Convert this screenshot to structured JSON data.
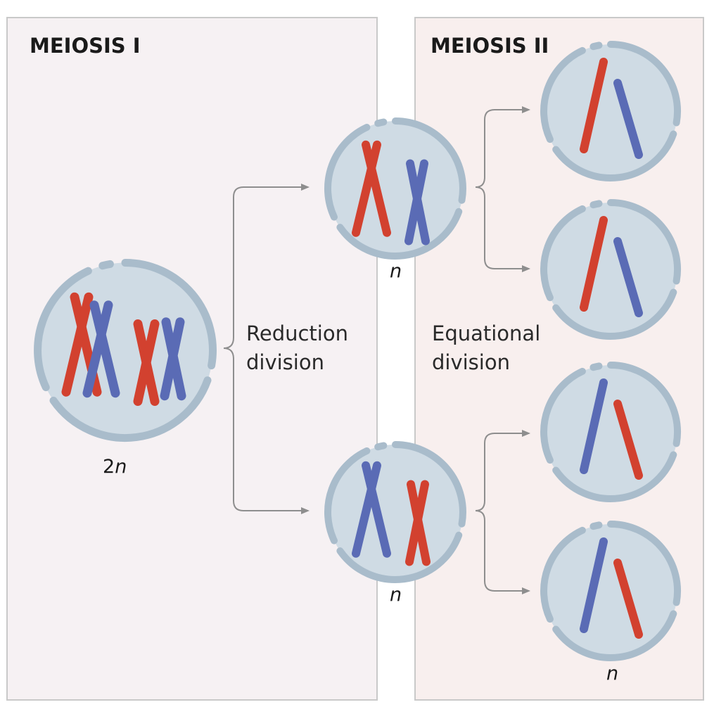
{
  "panels": {
    "meiosis_1": {
      "title": "MEIOSIS I"
    },
    "meiosis_2": {
      "title": "MEIOSIS II"
    }
  },
  "labels": {
    "reduction": {
      "line1": "Reduction",
      "line2": "division"
    },
    "equational": {
      "line1": "Equational",
      "line2": "division"
    }
  },
  "ploidy": {
    "parent": {
      "number": "2",
      "symbol": "n"
    },
    "daughter_top": {
      "symbol": "n"
    },
    "daughter_bottom": {
      "symbol": "n"
    },
    "granddaughter_bottom": {
      "symbol": "n"
    }
  },
  "colors": {
    "panel_1_fill": "#f6f1f3",
    "panel_2_fill": "#f8efee",
    "panel_border": "#c9c9c9",
    "cell_fill": "#cfdbe4",
    "cell_membrane": "#a9bccb",
    "chromosome_red": "#d2412f",
    "chromosome_blue": "#5a6bb5",
    "arrow": "#8e8e8e"
  }
}
